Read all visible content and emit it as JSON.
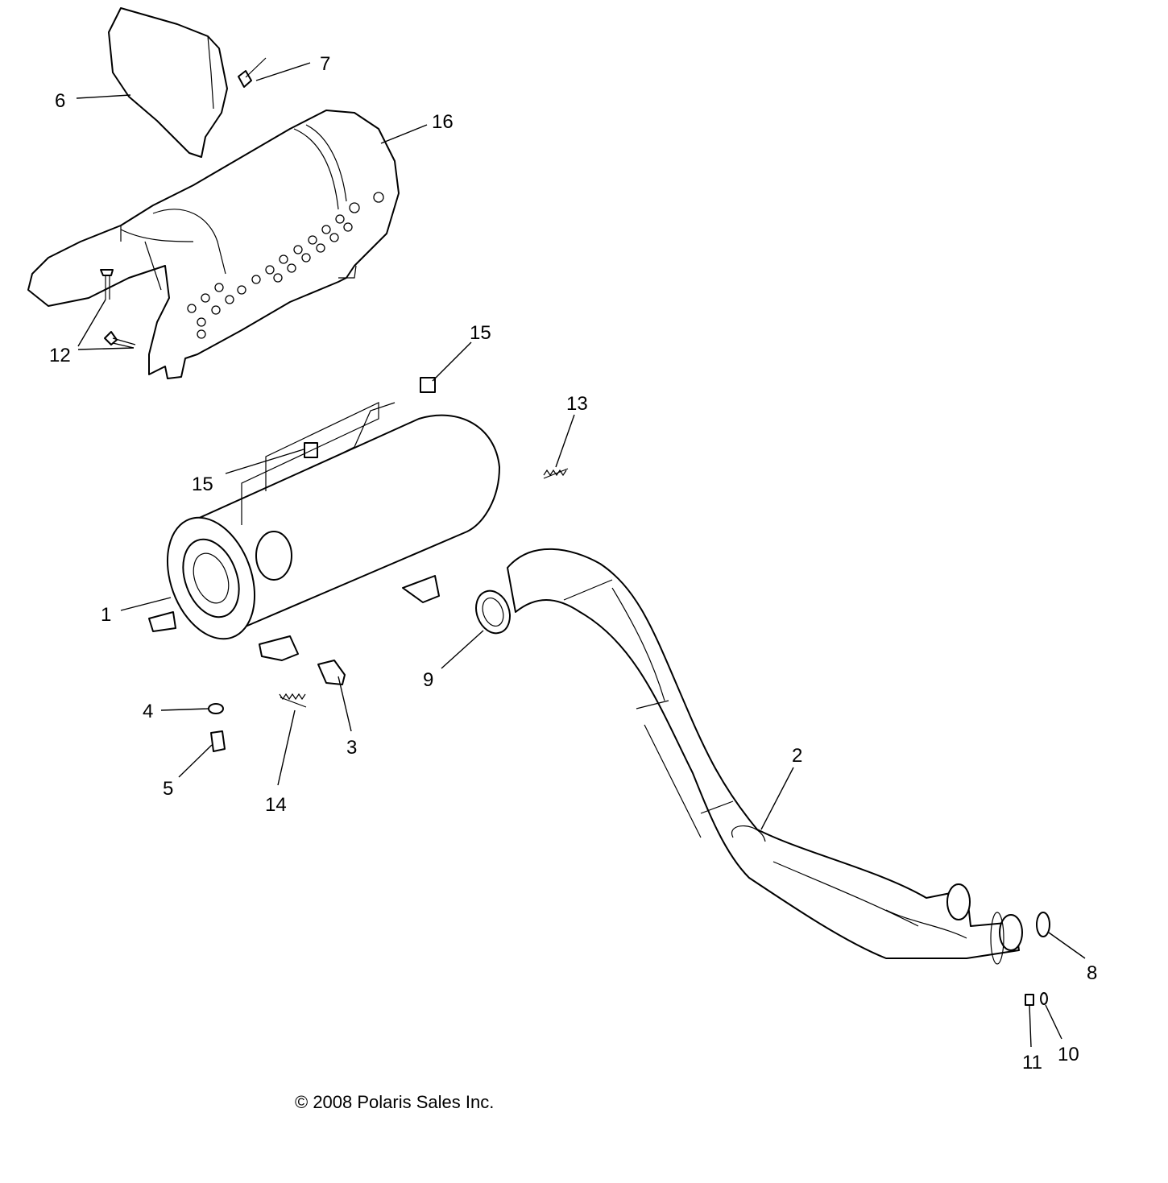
{
  "diagram": {
    "title": "Exhaust system parts diagram",
    "callouts": [
      "1",
      "2",
      "3",
      "4",
      "5",
      "6",
      "7",
      "8",
      "9",
      "10",
      "11",
      "12",
      "13",
      "14",
      "15",
      "15",
      "16"
    ],
    "copyright": "© 2008 Polaris Sales Inc."
  }
}
